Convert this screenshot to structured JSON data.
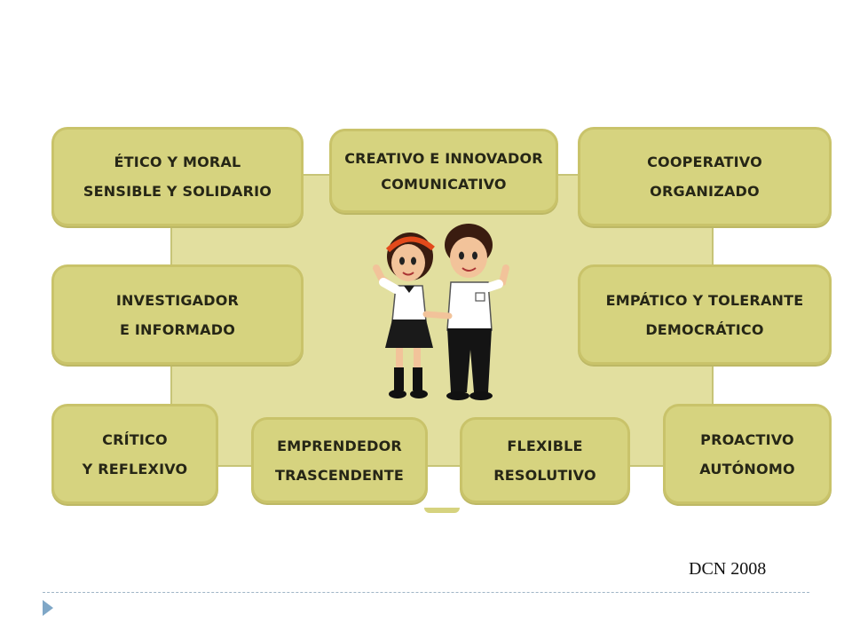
{
  "traits": {
    "etico": [
      "ÉTICO Y MORAL",
      "SENSIBLE Y SOLIDARIO"
    ],
    "creativo": [
      "CREATIVO E INNOVADOR",
      "COMUNICATIVO"
    ],
    "cooperativo": [
      "COOPERATIVO",
      "ORGANIZADO"
    ],
    "investigador": [
      "INVESTIGADOR",
      "E INFORMADO"
    ],
    "empatico": [
      "EMPÁTICO Y TOLERANTE",
      "DEMOCRÁTICO"
    ],
    "critico": [
      "CRÍTICO",
      "Y REFLEXIVO"
    ],
    "emprendedor": [
      "EMPRENDEDOR",
      "TRASCENDENTE"
    ],
    "flexible": [
      "FLEXIBLE",
      "RESOLUTIVO"
    ],
    "proactivo": [
      "PROACTIVO",
      "AUTÓNOMO"
    ]
  },
  "illustration": {
    "icon": "students-illustration-icon"
  },
  "source": "DCN 2008",
  "colors": {
    "box_fill": "#d6d37f",
    "box_border": "#c9c36a",
    "panel_fill": "#e2df9f",
    "bullet": "#7fa7c7"
  }
}
